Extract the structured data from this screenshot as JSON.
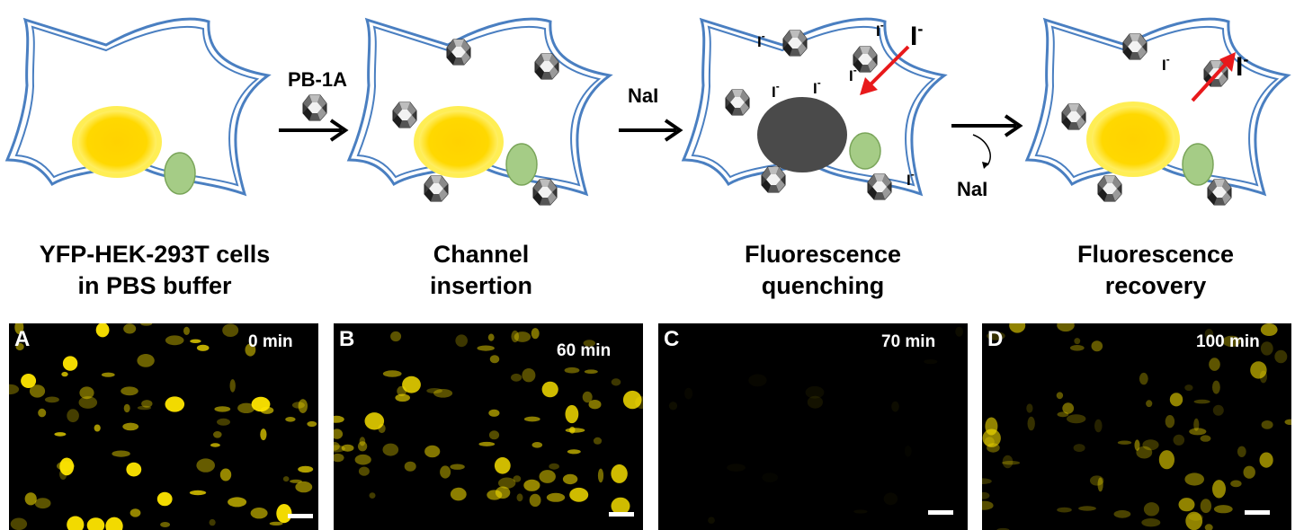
{
  "labels": {
    "reagent1": "PB-1A",
    "reagent2": "NaI",
    "reagent3": "NaI",
    "ion": "I",
    "charge": "-"
  },
  "captions": [
    {
      "line1": "YFP-HEK-293T cells",
      "line2": "in PBS buffer"
    },
    {
      "line1": "Channel",
      "line2": "insertion"
    },
    {
      "line1": "Fluorescence",
      "line2": "quenching"
    },
    {
      "line1": "Fluorescence",
      "line2": "recovery"
    }
  ],
  "panels": [
    {
      "letter": "A",
      "time": "0 min",
      "brightness": 1.0
    },
    {
      "letter": "B",
      "time": "60 min",
      "brightness": 0.85
    },
    {
      "letter": "C",
      "time": "70 min",
      "brightness": 0.08
    },
    {
      "letter": "D",
      "time": "100 min",
      "brightness": 0.6
    }
  ],
  "colors": {
    "membrane": "#4a7fc1",
    "nucleus": "#ffd500",
    "nucleus_halo": "#ffee55",
    "organelle": "#9fca7e",
    "quenched_nucleus": "#4a4a4a",
    "arrow_red": "#e8191b",
    "fluor": "#ffe600",
    "background": "#000000"
  },
  "icons": [
    "channel-icon",
    "reaction-arrow-icon",
    "ion-flow-arrow-icon",
    "scale-bar-icon"
  ]
}
